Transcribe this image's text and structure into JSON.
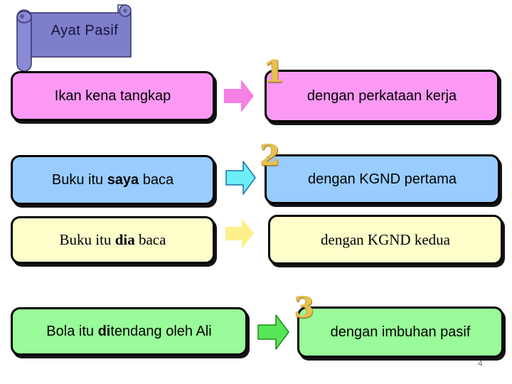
{
  "title_banner": {
    "text": "Ayat Pasif",
    "fill": "#7e7ecb",
    "roll_fill": "#8a8ad6",
    "outline": "#3c3c70"
  },
  "page_number": "4",
  "rows": [
    {
      "left": {
        "pre": "Ikan kena tangkap",
        "bold": "",
        "post": ""
      },
      "right": {
        "text": "dengan perkataan kerja"
      },
      "badge": "1",
      "colors": {
        "box_fill": "#fb99f5",
        "arrow_fill": "#f581e4",
        "arrow_stroke": "none"
      }
    },
    {
      "left": {
        "pre": "Buku itu ",
        "bold": "saya",
        "post": " baca"
      },
      "right": {
        "text": "dengan KGND pertama"
      },
      "badge": "2",
      "colors": {
        "box_fill": "#99ccff",
        "arrow_fill": "#6ceef7",
        "arrow_stroke": "#1d6fae"
      }
    },
    {
      "left": {
        "pre": "Buku itu ",
        "bold": "dia",
        "post": " baca"
      },
      "right": {
        "text": "dengan KGND kedua"
      },
      "badge": "",
      "colors": {
        "box_fill": "#ffffcc",
        "arrow_fill": "#fcf18d",
        "arrow_stroke": "none"
      }
    },
    {
      "left": {
        "pre": "Bola itu ",
        "bold": "di",
        "post": "tendang oleh Ali"
      },
      "right": {
        "text": "dengan imbuhan pasif"
      },
      "badge": "3",
      "colors": {
        "box_fill": "#99fb99",
        "arrow_fill": "#57e657",
        "arrow_stroke": "#1d8c1d"
      }
    }
  ]
}
